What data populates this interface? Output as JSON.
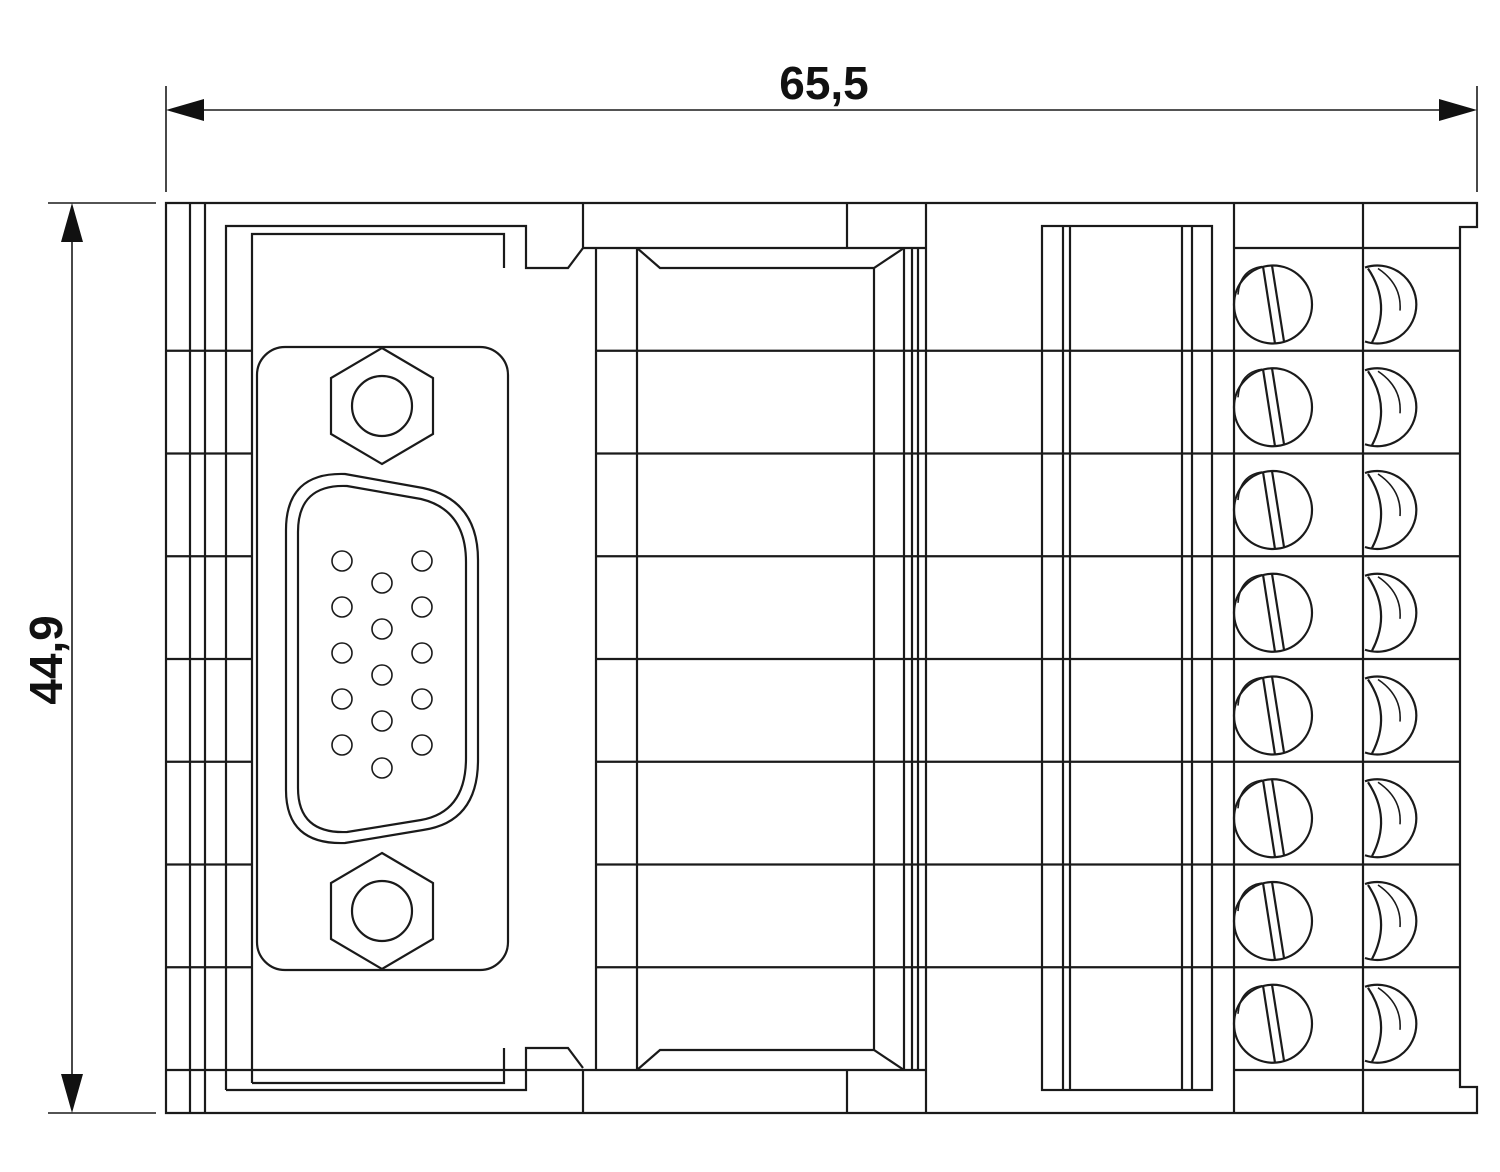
{
  "dimensions": {
    "width_label": "65,5",
    "height_label": "44,9"
  },
  "drawing": {
    "line_color": "#1a1a1a",
    "background_color": "#ffffff",
    "terminal_rows": 8,
    "dsub_pins_top_row": 5,
    "dsub_pins_middle_row": 5,
    "dsub_pins_bottom_row": 5
  }
}
